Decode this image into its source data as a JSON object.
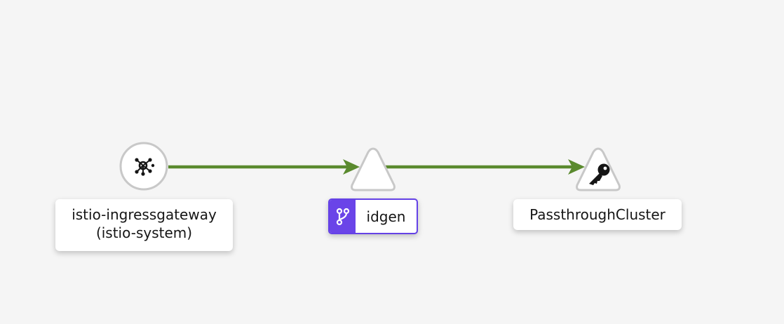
{
  "nodes": {
    "gateway": {
      "name": "istio-ingressgateway",
      "namespace": "(istio-system)",
      "icon": "gateway-icon"
    },
    "app": {
      "name": "idgen",
      "badge_icon": "branch-icon",
      "badge_color": "#6a44e8"
    },
    "cluster": {
      "name": "PassthroughCluster",
      "icon": "key-icon"
    }
  },
  "colors": {
    "edge": "#5a8a2e",
    "node_stroke": "#c8c8c8",
    "app_border": "#6441e6"
  },
  "edges": [
    {
      "from": "gateway",
      "to": "app"
    },
    {
      "from": "app",
      "to": "cluster"
    }
  ]
}
